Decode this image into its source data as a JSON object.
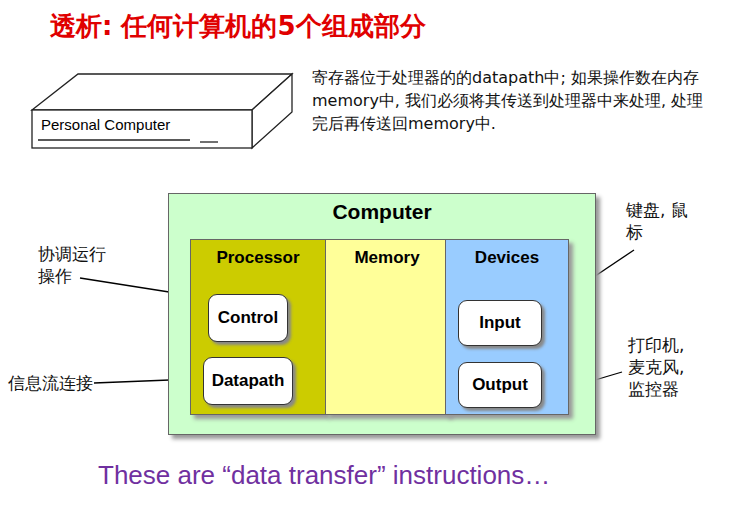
{
  "diagram": {
    "title": "透析: 任何计算机的5个组成部分",
    "caption": "These are “data transfer” instructions…",
    "nodes": [
      {
        "text": [
          "Personal Computer"
        ]
      },
      {
        "text": [
          "Computer"
        ]
      },
      {
        "text": [
          "Processor"
        ],
        "in": 1
      },
      {
        "text": [
          "Control"
        ],
        "in": 2
      },
      {
        "text": [
          "Datapath"
        ],
        "in": 2
      },
      {
        "text": [
          "Memory"
        ],
        "in": 1
      },
      {
        "text": [
          "Devices"
        ],
        "in": 1
      },
      {
        "text": [
          "Input"
        ],
        "in": 6
      },
      {
        "text": [
          "Output"
        ],
        "in": 6
      }
    ],
    "labels": [
      "寄存器位于处理器的的datapath中; 如果操作数在内存memory中, 我们必须将其传送到处理器中来处理, 处理完后再传送回memory中.",
      "协调运行 操作",
      "信息流连接",
      "键盘, 鼠标",
      "打印机, 麦克风, 监控器"
    ]
  }
}
